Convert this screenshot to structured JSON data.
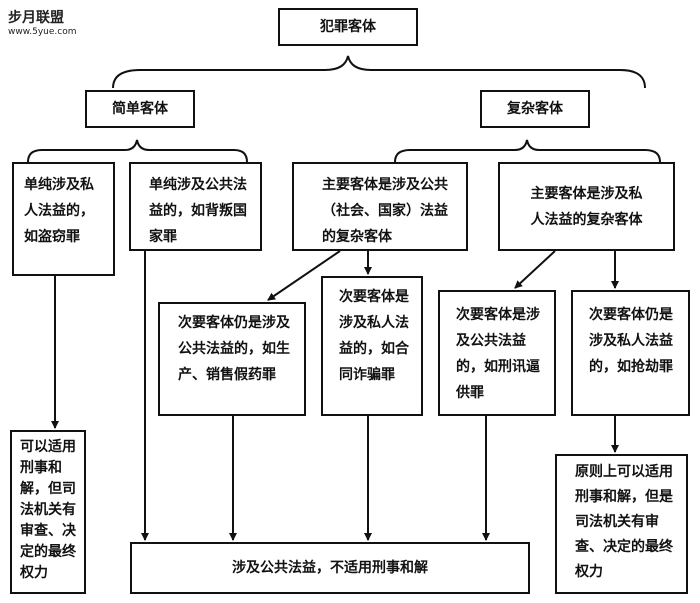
{
  "nodes": {
    "root": "犯罪客体",
    "simple": "简单客体",
    "complex": "复杂客体",
    "simple_private": "单纯涉及私人法益的，如盗窃罪",
    "simple_public": "单纯涉及公共法益的，如背叛国家罪",
    "complex_main_public": "主要客体是涉及公共（社会、国家）法益的复杂客体",
    "complex_main_private": "主要客体是涉及私人法益的复杂客体",
    "secondary_public_a": "次要客体仍是涉及公共法益的，如生产、销售假药罪",
    "secondary_private_a": "次要客体是涉及私人法益的，如合同诈骗罪",
    "secondary_public_b": "次要客体是涉及公共法益的，如刑讯逼供罪",
    "secondary_private_b": "次要客体仍是涉及私人法益的，如抢劫罪",
    "result_left": "可以适用刑事和解，但司法机关有审查、决定的最终权力",
    "result_public": "涉及公共法益，不适用刑事和解",
    "result_right": "原则上可以适用刑事和解，但是司法机关有审查、决定的最终权力"
  },
  "watermark": {
    "name": "步月联盟",
    "url": "www.5yue.com"
  }
}
